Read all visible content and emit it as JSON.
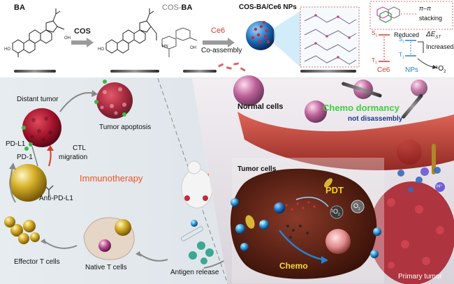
{
  "top_row": {
    "ba_label": "BA",
    "cos_arrow_label": "COS",
    "cos_ba_prefix": "COS-",
    "cos_ba_suffix": "BA",
    "ce6_label": "Ce6",
    "co_assembly_label": "Co-assembly",
    "nps_title": "COS-BA/Ce6 NPs",
    "pi_stacking_top": "π–π",
    "pi_stacking_bottom": "stacking",
    "reduced_label": "Reduced",
    "delta_e_label": "ΔE",
    "delta_e_sub": "ST",
    "increased_label": "Increased",
    "s1_label": "S",
    "s1_sub": "1",
    "t1_label": "T",
    "t1_sub": "1",
    "ce6_energy_label": "Ce6",
    "nps_energy_label": "NPs",
    "singlet_o2_label": "¹O",
    "singlet_o2_sub": "2",
    "molecule_labels": {
      "oh": "OH",
      "ho": "HO",
      "h": "H",
      "hn": "HN",
      "oh2": "OH"
    }
  },
  "left_panel": {
    "distant_tumor": "Distant tumor",
    "tumor_apoptosis": "Tumor apoptosis",
    "pd_l1": "PD-L1",
    "pd_1": "PD-1",
    "ctl_line1": "CTL",
    "ctl_line2": "migration",
    "immunotherapy": "Immunotherapy",
    "anti_pd_l1": "Anti-PD-L1",
    "effector_t_cells": "Effector T cells",
    "native_t_cells": "Native T cells",
    "antigen_release": "Antigen release"
  },
  "right_panel": {
    "normal_cells": "Normal cells",
    "chemo_dormancy": "Chemo dormancy",
    "not_disassembly": "not disassembly",
    "tumor_cells": "Tumor cells",
    "pdt": "PDT",
    "o2_singlet": "¹O",
    "o2_singlet_sub": "2",
    "o2": "O",
    "o2_sub": "2",
    "h_plus": "H⁺",
    "chemo": "Chemo",
    "primary_tumor": "Primary tumor"
  },
  "colors": {
    "red_accent": "#d63a2a",
    "blue_accent": "#2a7fd0",
    "immunotherapy": "#e8552a",
    "chemo_dormancy": "#3ecf3e",
    "pdt": "#f2d21e",
    "chemo_yellow": "#f5dd38"
  }
}
